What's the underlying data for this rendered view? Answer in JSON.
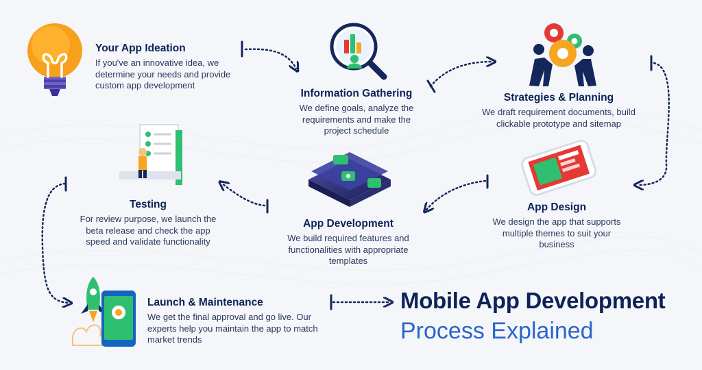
{
  "steps": {
    "ideation": {
      "title": "Your App Ideation",
      "desc": "If you've an innovative idea, we determine your needs and provide custom app development"
    },
    "info": {
      "title": "Information Gathering",
      "desc": "We define goals, analyze the requirements and make the project schedule"
    },
    "strategy": {
      "title": "Strategies & Planning",
      "desc": "We draft requirement documents, build clickable prototype and sitemap"
    },
    "design": {
      "title": "App Design",
      "desc": "We design the app that supports multiple themes to suit your business"
    },
    "development": {
      "title": "App Development",
      "desc": "We build required features and functionalities with appropriate templates"
    },
    "testing": {
      "title": "Testing",
      "desc": "For review purpose, we launch the beta release and check the app speed and validate functionality"
    },
    "launch": {
      "title": "Launch & Maintenance",
      "desc": "We get the final approval and go live. Our experts help you maintain the app to match market trends"
    }
  },
  "headline": {
    "main": "Mobile App Development",
    "sub": "Process Explained"
  },
  "icons": [
    "lightbulb-icon",
    "magnifier-chart-icon",
    "gears-people-icon",
    "phone-design-icon",
    "stacked-layers-icon",
    "checklist-person-icon",
    "rocket-phone-icon"
  ],
  "colors": {
    "navy": "#0e2258",
    "blue": "#2a66c8",
    "green": "#2fbf71",
    "orange": "#f6a623",
    "arrow": "#14275c"
  }
}
